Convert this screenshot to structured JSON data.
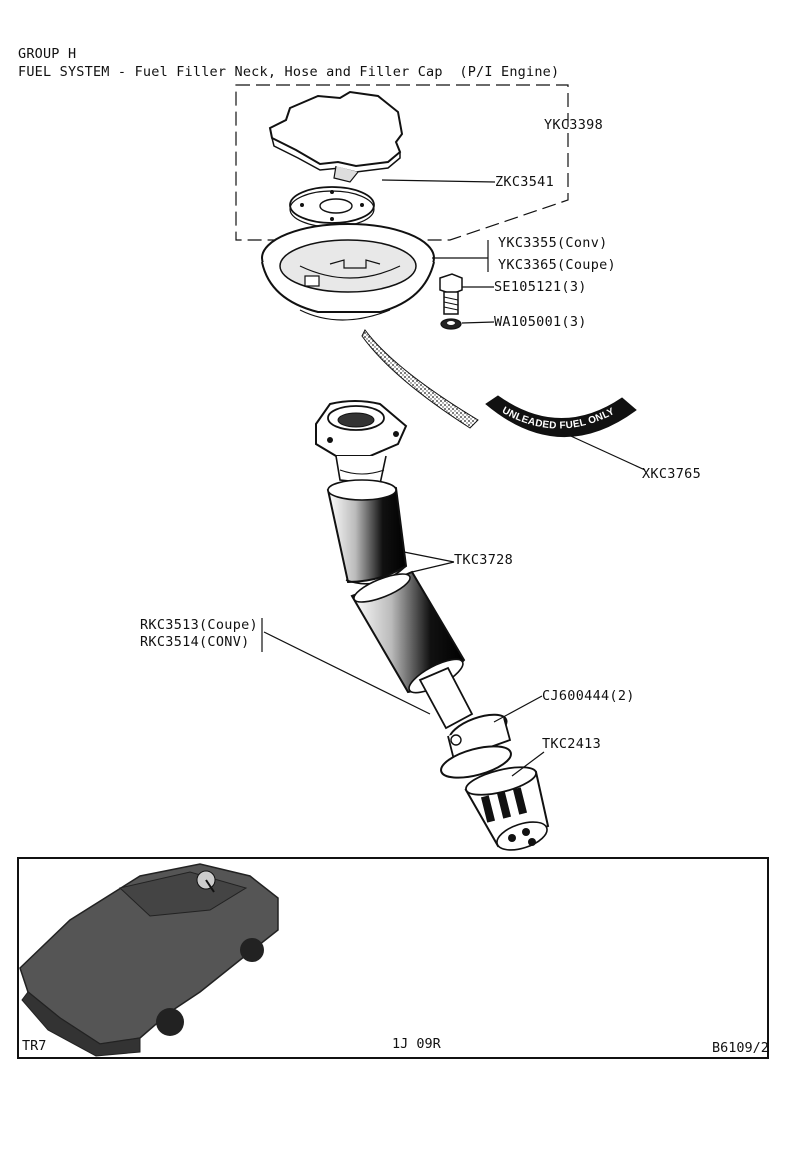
{
  "header": {
    "group": "GROUP H",
    "title": "FUEL SYSTEM - Fuel Filler Neck, Hose and Filler Cap  (P/I Engine)"
  },
  "parts": {
    "cap": "YKC3398",
    "gasket": "ZKC3541",
    "housing_conv": "YKC3355(Conv)",
    "housing_coupe": "YKC3365(Coupe)",
    "bolt": "SE105121(3)",
    "washer": "WA105001(3)",
    "decal": "XKC3765",
    "hose": "TKC3728",
    "neck_coupe": "RKC3513(Coupe)",
    "neck_conv": "RKC3514(CONV)",
    "clip": "CJ600444(2)",
    "filter": "TKC2413"
  },
  "decal_text": "UNLEADED FUEL ONLY",
  "footer": {
    "model": "TR7",
    "page": "1J 09R",
    "ref": "B6109/2"
  }
}
